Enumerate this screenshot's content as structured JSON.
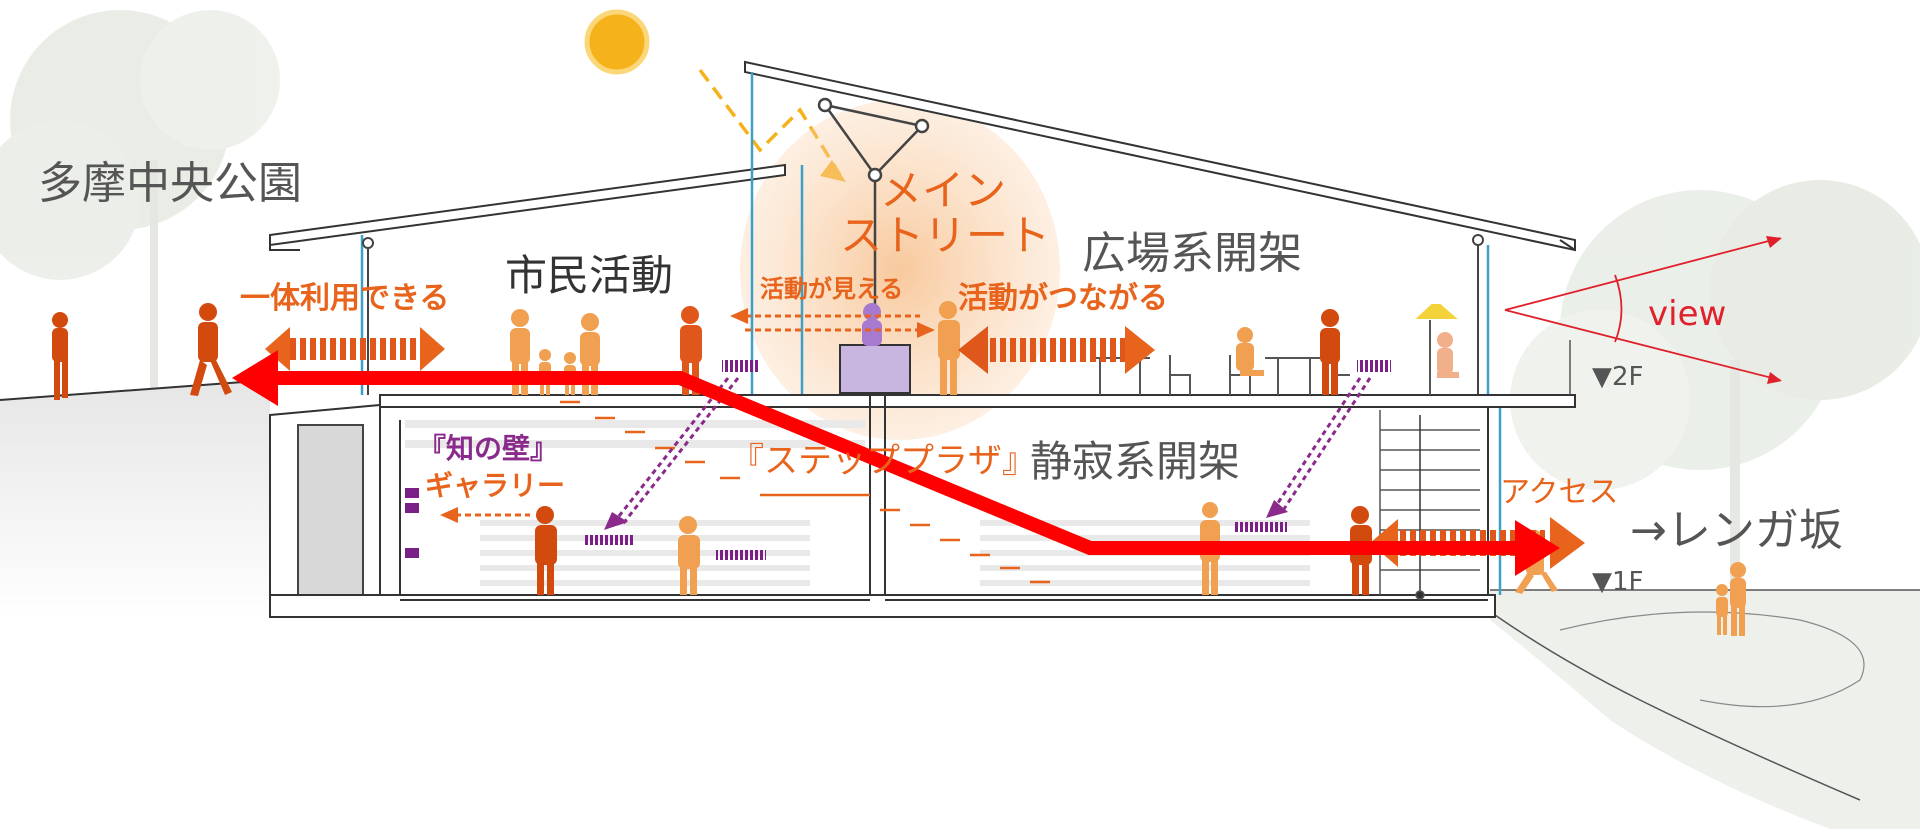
{
  "labels": {
    "park": "多摩中央公園",
    "main_street_1": "メイン",
    "main_street_2": "ストリート",
    "civic_activity": "市民活動",
    "plaza_stacks": "広場系開架",
    "integrated_use": "一体利用できる",
    "activity_visible": "活動が見える",
    "activity_connected": "活動がつながる",
    "view": "view",
    "floor_2": "▼2F",
    "floor_1": "▼1F",
    "wall_of_knowledge": "『知の壁』",
    "gallery": "ギャラリー",
    "step_plaza": "『ステップ",
    "step_plaza_end": "プラザ』",
    "quiet_stacks": "静寂系開架",
    "access": "アクセス",
    "renga_slope": "→レンガ坂"
  },
  "colors": {
    "orange_text": "#e8641c",
    "purple_text": "#8a2a8a",
    "route_red": "#ff0000",
    "view_red": "#e0202a",
    "sun": "#f5b21a",
    "structure": "#444444",
    "figure_orange": "#e8781e",
    "figure_dark": "#d24a0e",
    "glow": "#f7c89a"
  }
}
